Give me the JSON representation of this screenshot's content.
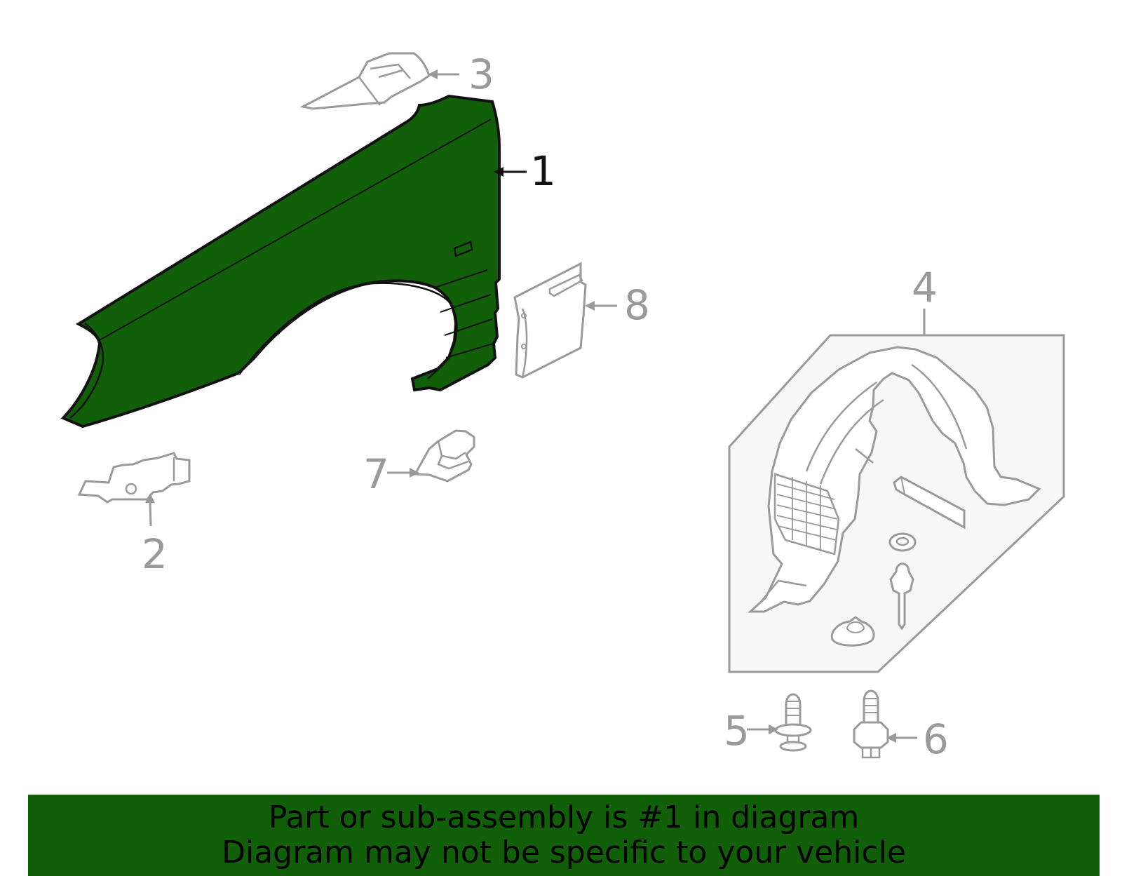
{
  "colors": {
    "highlight_fill": "#116009",
    "outline_dark": "#111111",
    "outline_gray": "#9a9a9a",
    "banner_background": "#116009",
    "kit_box_fill": "#f7f7f7"
  },
  "callouts": [
    {
      "number": "1",
      "part": "fender",
      "highlighted": true
    },
    {
      "number": "2",
      "part": "bracket"
    },
    {
      "number": "3",
      "part": "upper-bracket"
    },
    {
      "number": "4",
      "part": "fender-liner-kit"
    },
    {
      "number": "5",
      "part": "push-clip"
    },
    {
      "number": "6",
      "part": "bolt"
    },
    {
      "number": "7",
      "part": "support-bracket"
    },
    {
      "number": "8",
      "part": "splash-shield"
    }
  ],
  "banner": {
    "line1": "Part or sub-assembly is #1 in diagram",
    "line2": "Diagram may not be specific to your vehicle"
  }
}
